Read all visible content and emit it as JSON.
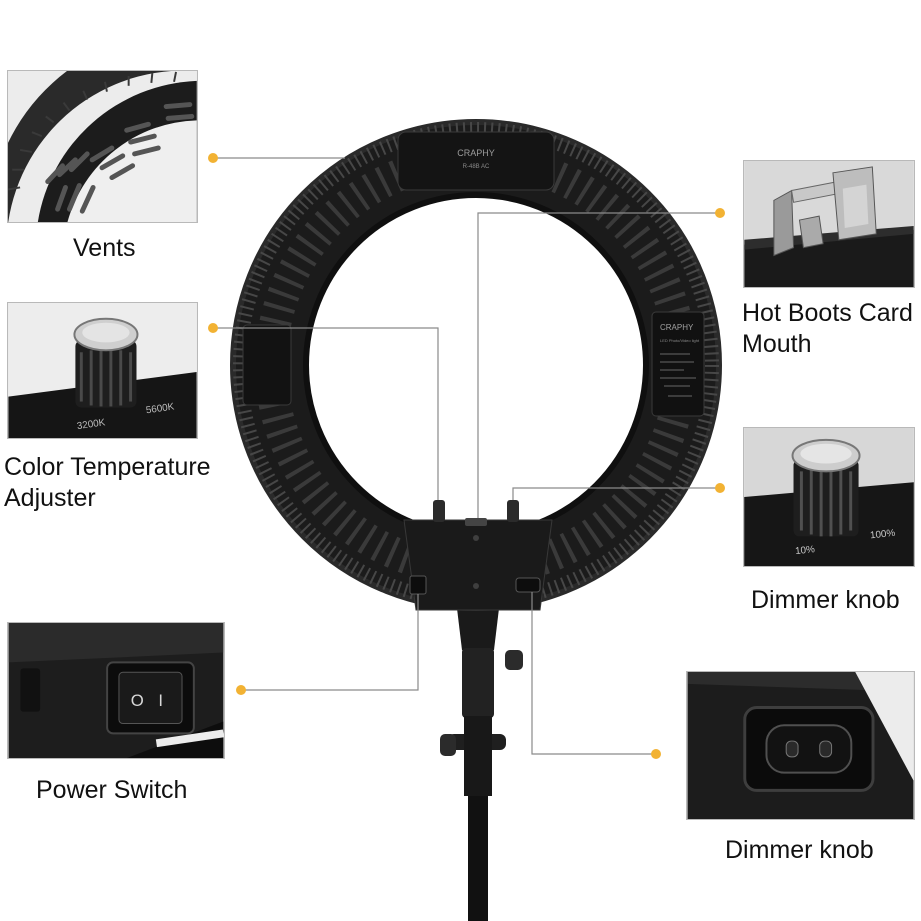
{
  "callouts": {
    "vents": {
      "label": "Vents"
    },
    "hot_boots": {
      "label_line1": "Hot Boots Card",
      "label_line2": "Mouth"
    },
    "color_temp": {
      "label_line1": "Color Temperature",
      "label_line2": "Adjuster",
      "knob_left": "3200K",
      "knob_right": "5600K"
    },
    "dimmer_knob": {
      "label": "Dimmer knob",
      "knob_left": "10%",
      "knob_right": "100%"
    },
    "power_switch": {
      "label": "Power Switch",
      "symbol_off": "O",
      "symbol_on": "I"
    },
    "dimmer_knob_2": {
      "label": "Dimmer knob"
    }
  },
  "ring_light": {
    "brand_top": "CRAPHY",
    "model_top": "R-48B AC",
    "brand_side": "CRAPHY",
    "side_text": "LED Photo/Video light"
  },
  "colors": {
    "callout_dot": "#f2b233",
    "leader_line": "#8a8a8a",
    "ring_body": "#1b1b1b"
  }
}
